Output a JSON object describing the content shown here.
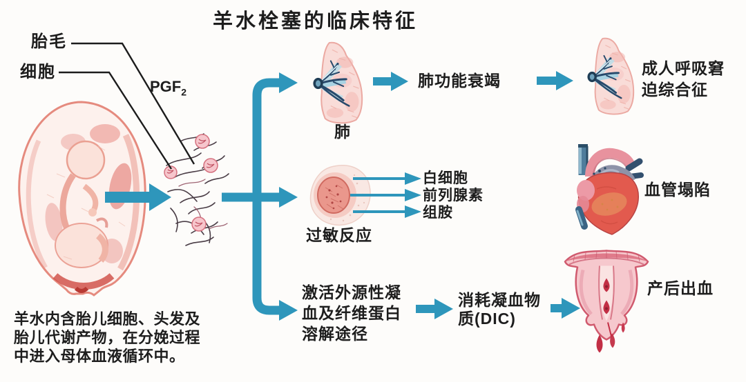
{
  "title": "羊水栓塞的临床特征",
  "source": {
    "label_lanugo": "胎毛",
    "label_cell": "细胞",
    "pgf_base": "PGF",
    "pgf_sub": "2",
    "caption_lines": [
      "羊水内含胎儿细胞、头发及",
      "胎儿代谢产物，在分娩过程",
      "中进入母体血液循环中。"
    ]
  },
  "pathway_top": {
    "organ_label": "肺",
    "step": "肺功能衰竭",
    "outcome_lines": [
      "成人呼吸窘",
      "迫综合征"
    ]
  },
  "pathway_middle": {
    "organ_label": "过敏反应",
    "mediators": [
      "白细胞",
      "前列腺素",
      "组胺"
    ],
    "outcome": "血管塌陷"
  },
  "pathway_bottom": {
    "step1_lines": [
      "激活外源性凝",
      "血及纤维蛋白",
      "溶解途径"
    ],
    "step2_lines": [
      "消耗凝血物",
      "质(DIC)"
    ],
    "outcome": "产后出血"
  },
  "colors": {
    "arrow": "#2e96bb",
    "leader_line": "#1c1c1c",
    "text": "#1d1d1d"
  }
}
